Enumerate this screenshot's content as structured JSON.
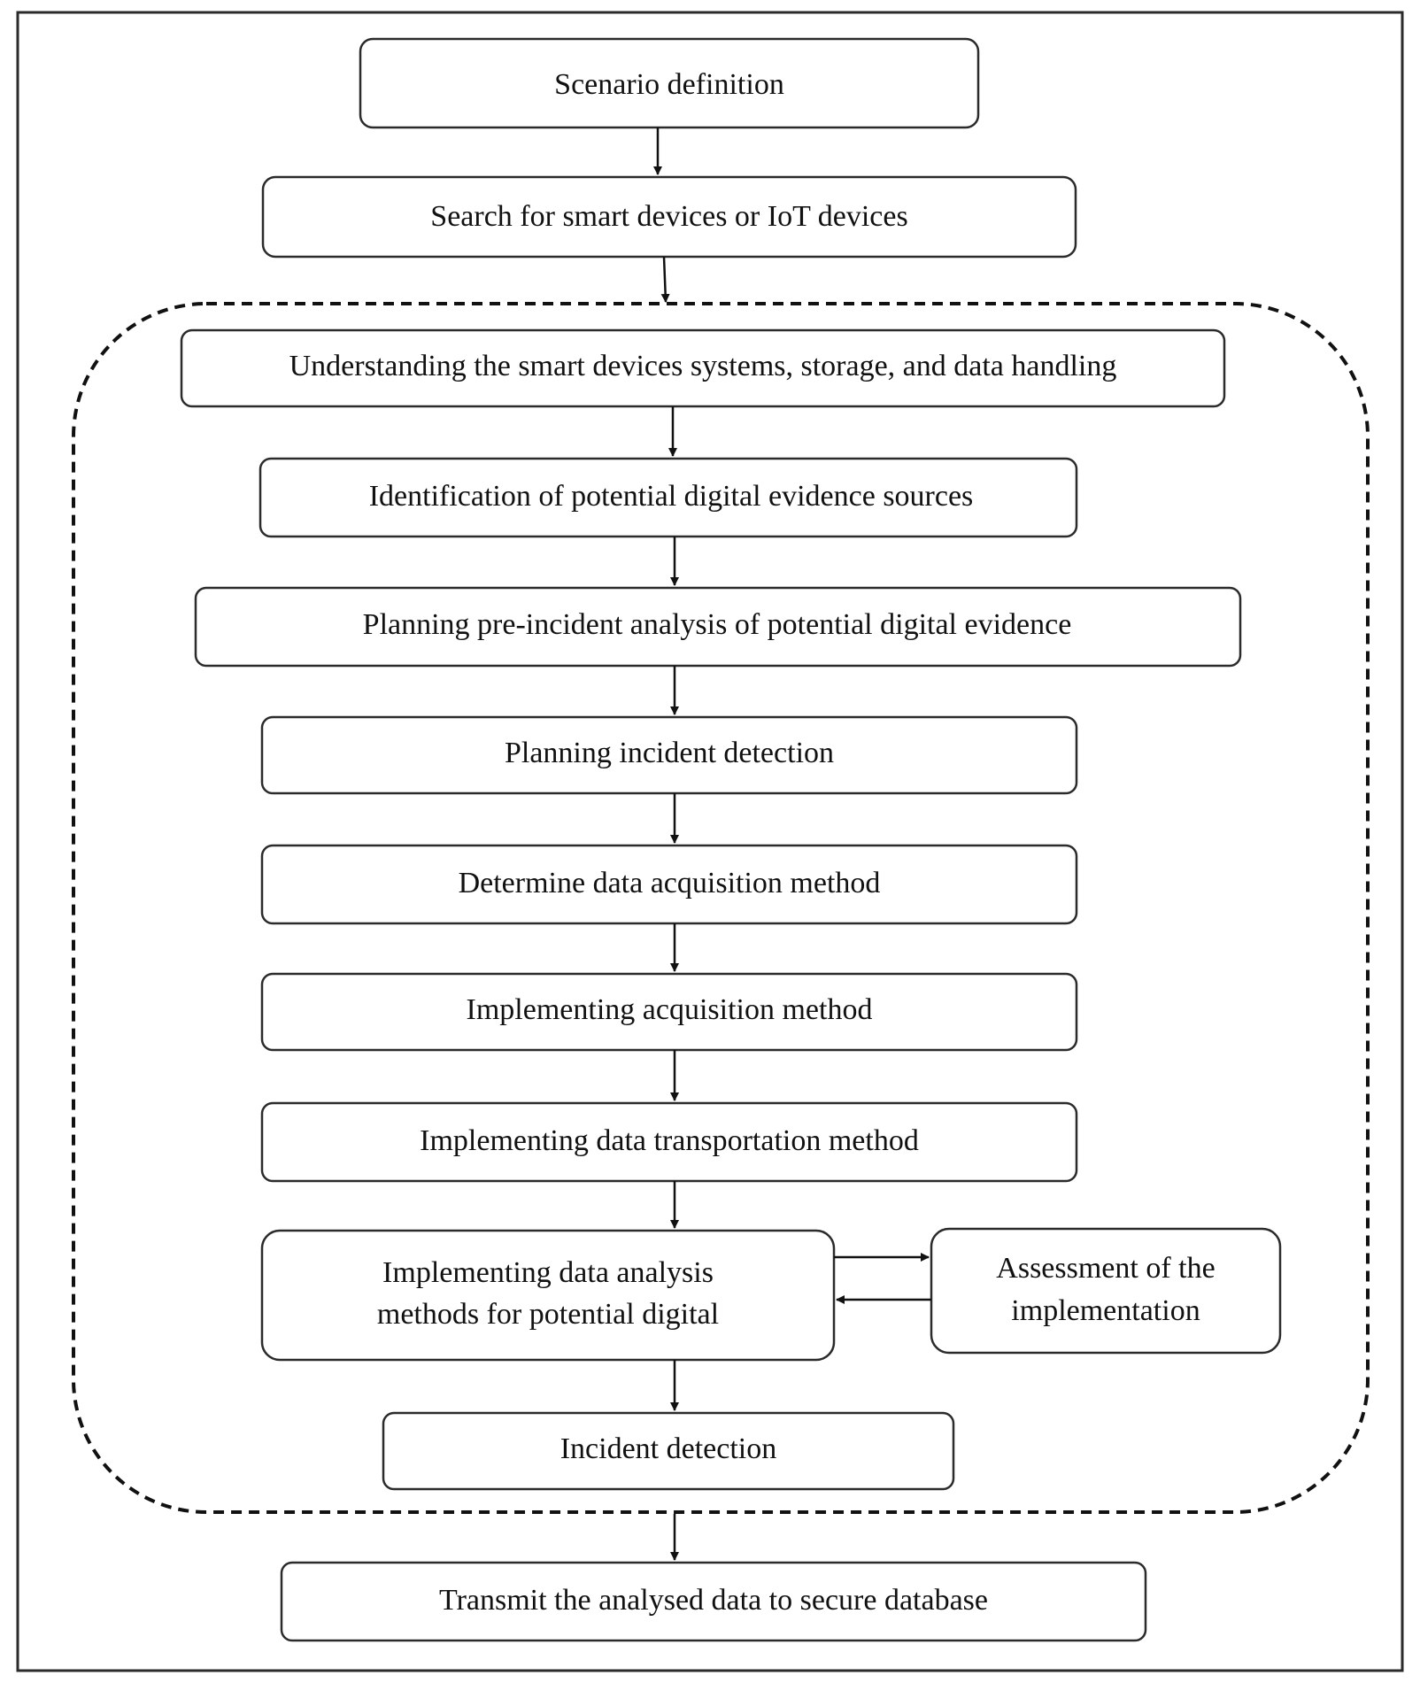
{
  "steps": [
    {
      "id": "scenario",
      "text": "Scenario definition"
    },
    {
      "id": "search",
      "text": "Search for smart devices or IoT devices"
    },
    {
      "id": "understanding",
      "text": "Understanding the smart devices systems, storage, and data handling"
    },
    {
      "id": "identification",
      "text": "Identification of potential digital evidence sources"
    },
    {
      "id": "planning-analysis",
      "text": "Planning pre-incident analysis of potential digital evidence"
    },
    {
      "id": "planning-detection",
      "text": "Planning incident detection"
    },
    {
      "id": "determine",
      "text": "Determine data acquisition method"
    },
    {
      "id": "implementing-acq",
      "text": "Implementing acquisition method"
    },
    {
      "id": "implementing-transport",
      "text": "Implementing data transportation method"
    },
    {
      "id": "implementing-analysis",
      "lines": [
        "Implementing data analysis",
        "methods for potential digital"
      ]
    },
    {
      "id": "assessment",
      "lines": [
        "Assessment of the",
        "implementation"
      ]
    },
    {
      "id": "incident-detection",
      "text": "Incident detection"
    },
    {
      "id": "transmit",
      "text": "Transmit the analysed data to secure database"
    }
  ],
  "colors": {
    "stroke": "#2b2b2b",
    "text": "#111111",
    "background": "#ffffff"
  }
}
